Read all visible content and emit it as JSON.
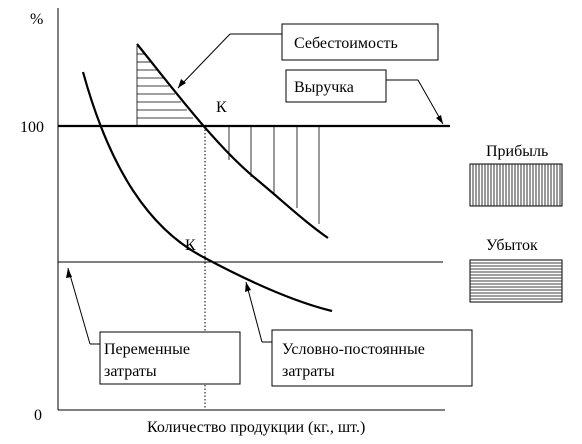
{
  "axes": {
    "y_unit": "%",
    "y_tick_top": "100",
    "y_tick_origin": "0",
    "x_label": "Количество продукции (кг., шт.)"
  },
  "labels": {
    "cost": "Себестоимость",
    "revenue": "Выручка",
    "variable_line1": "Переменные",
    "variable_line2": "затраты",
    "fixed_line1": "Условно-постоянные",
    "fixed_line2": "затраты",
    "k_upper": "К",
    "k_lower": "К"
  },
  "legend": {
    "profit": "Прибыль",
    "loss": "Убыток"
  }
}
